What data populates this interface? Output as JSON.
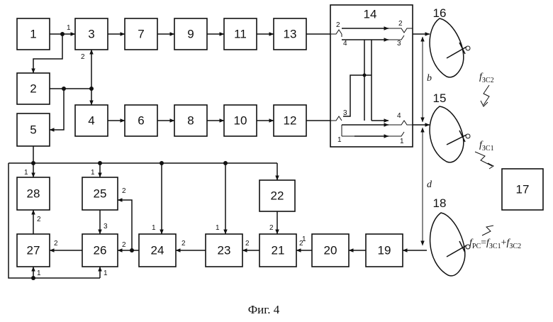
{
  "caption": "Фиг. 4",
  "blocks": {
    "b1": "1",
    "b2": "2",
    "b3": "3",
    "b4": "4",
    "b5": "5",
    "b6": "6",
    "b7": "7",
    "b8": "8",
    "b9": "9",
    "b10": "10",
    "b11": "11",
    "b12": "12",
    "b13": "13",
    "b14": "14",
    "b15": "15",
    "b16": "16",
    "b17": "17",
    "b18": "18",
    "b19": "19",
    "b20": "20",
    "b21": "21",
    "b22": "22",
    "b23": "23",
    "b24": "24",
    "b25": "25",
    "b26": "26",
    "b27": "27",
    "b28": "28"
  },
  "ports": {
    "p1_out": "1",
    "p3_in2": "2",
    "p14_tl2": "2",
    "p14_tl4": "4",
    "p14_tr2": "2",
    "p14_tr3": "3",
    "p14_ml3": "3",
    "p14_bl1": "1",
    "p14_mr4": "4",
    "p14_br1": "1",
    "p28_in1": "1",
    "p28_in2": "2",
    "p25_in1": "1",
    "p25_in2": "2",
    "p26_in3": "3",
    "p26_in1": "1",
    "p26_in2": "2",
    "p27_in1": "1",
    "p27_out2": "2",
    "p24_in1": "1",
    "p24_out2": "2",
    "p23_in1": "1",
    "p23_out2": "2",
    "p21_in2": "2",
    "p21_out2": "2",
    "p21_in1": "1"
  },
  "labels": {
    "b": "b",
    "d": "d",
    "f_main": "f",
    "sub_c2": "ЗС2",
    "sub_c1": "ЗС1",
    "sub_pc": "PC",
    "sum_eq": "=",
    "sum_plus": "+"
  }
}
